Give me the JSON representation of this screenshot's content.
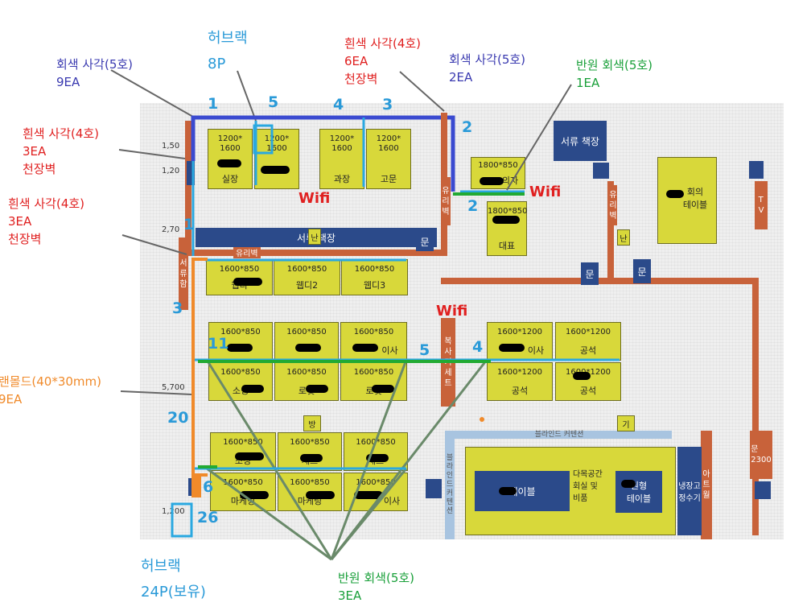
{
  "annotations": {
    "gray_square_9": {
      "title": "회색 사각(5호)",
      "count": "9EA"
    },
    "hub_rack_8p": {
      "title": "허브랙",
      "count": "8P"
    },
    "white_square_6": {
      "title": "흰색 사각(4호)",
      "count": "6EA",
      "note": "천장벽"
    },
    "gray_square_2": {
      "title": "회색 사각(5호)",
      "count": "2EA"
    },
    "half_round_1": {
      "title": "반원 회색(5호)",
      "count": "1EA"
    },
    "white_square_3a": {
      "title": "흰색 사각(4호)",
      "count": "3EA",
      "note": "천장벽"
    },
    "white_square_3b": {
      "title": "흰색 사각(4호)",
      "count": "3EA",
      "note": "천장벽"
    },
    "molding": {
      "title": "랜몰드(40*30mm)",
      "count": "9EA"
    },
    "hub_rack_24p": {
      "title": "허브랙",
      "count": "24P(보유)"
    },
    "half_round_3": {
      "title": "반원 회색(5호)",
      "count": "3EA"
    }
  },
  "numbers": {
    "n1_top": "1",
    "n5_top": "5",
    "n4_top": "4",
    "n3_top": "3",
    "n2_right": "2",
    "n2_mid": "2",
    "n1_left": "1",
    "n3_left": "3",
    "n11": "11",
    "n5_mid": "5",
    "n4_mid": "4",
    "n20": "20",
    "n6": "6",
    "n26": "26"
  },
  "wifi": "Wifi",
  "dimensions": {
    "d1": "1,50",
    "d2": "1,20",
    "d3": "2,70",
    "d4": "5,700",
    "d5": "1,200"
  },
  "rooms": {
    "desk_1200_1600": "1200*\n1600",
    "desk_1600_850": "1600*850",
    "desk_1600_1200": "1600*1200",
    "desk_1800_850": "1800*850",
    "siljang": "실장",
    "gwajang": "과장",
    "gomun": "고문",
    "daepyo": "대표",
    "uija": "의자",
    "webdi2": "웹디2",
    "webdi3": "웹디3",
    "webdi1": "웹디",
    "isa": "이사",
    "gongseok": "공석",
    "sosing": "소싱",
    "roket": "로켓",
    "jeteu": "제트",
    "maketing": "마케팅",
    "table": "테이블",
    "meeting_table": "회의\n테이블",
    "round_table": "원형\n테이블",
    "docs_shelf": "서류 책장",
    "docs": "서류 책장",
    "door": "문",
    "heater": "난",
    "bang": "방",
    "gi": "기",
    "glass_wall": "유리벽",
    "tv": "T\nV",
    "fridge": "냉장고\n정수기",
    "copier": "복\n사\n기\n세\n트",
    "blinds": "블라인드 커텐션",
    "multi_space": "다목공간\n회실 및\n비품",
    "door_2300": "문\n2300",
    "yuri": "유\n리\n벽",
    "ab": "아\n트\n월",
    "seoryu_left": "서\n류\n함",
    "bul": "블\n라\n인\n드\n커\n텐\n션"
  }
}
